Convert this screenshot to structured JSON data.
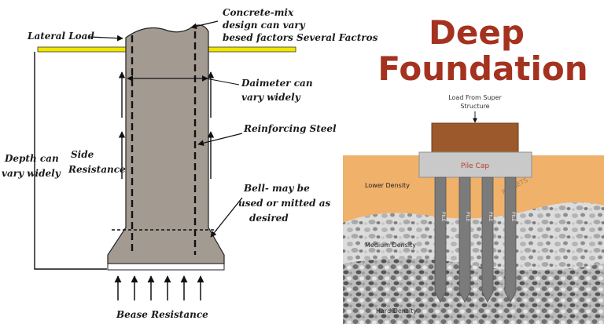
{
  "left_diagram": {
    "lateral_load": "Lateral Load",
    "concrete_mix_1": "Concrete-mix",
    "concrete_mix_2": "design can vary",
    "concrete_mix_3": "besed factors Several Factros",
    "diameter_1": "Daimeter can",
    "diameter_2": "vary widely",
    "reinforcing": "Reinforcing Steel",
    "side_1": "Side",
    "side_2": "Resistance",
    "depth_1": "Depth can",
    "depth_2": "vary widely",
    "bell_1": "Bell- may be",
    "bell_2": "used or mitted as",
    "bell_3": "desired",
    "base": "Bease Resistance"
  },
  "right_diagram": {
    "title_1": "Deep",
    "title_2": "Foundation",
    "load_1": "Load From Super",
    "load_2": "Structure",
    "pile_cap": "Pile Cap",
    "pile_label": "PILE",
    "lower_density": "Lower Density",
    "medium_density": "Medium Density",
    "hard_density": "Hard Density",
    "watermark": "PLANETS"
  },
  "colors": {
    "ground_line": "#f2e600",
    "shaft": "#a39a92",
    "title": "#a4321f",
    "soil_lower": "#f0b16a",
    "pile_cap_box": "#c9c9c9",
    "superstructure": "#9c5a2c",
    "pile": "#7b7b7b"
  }
}
